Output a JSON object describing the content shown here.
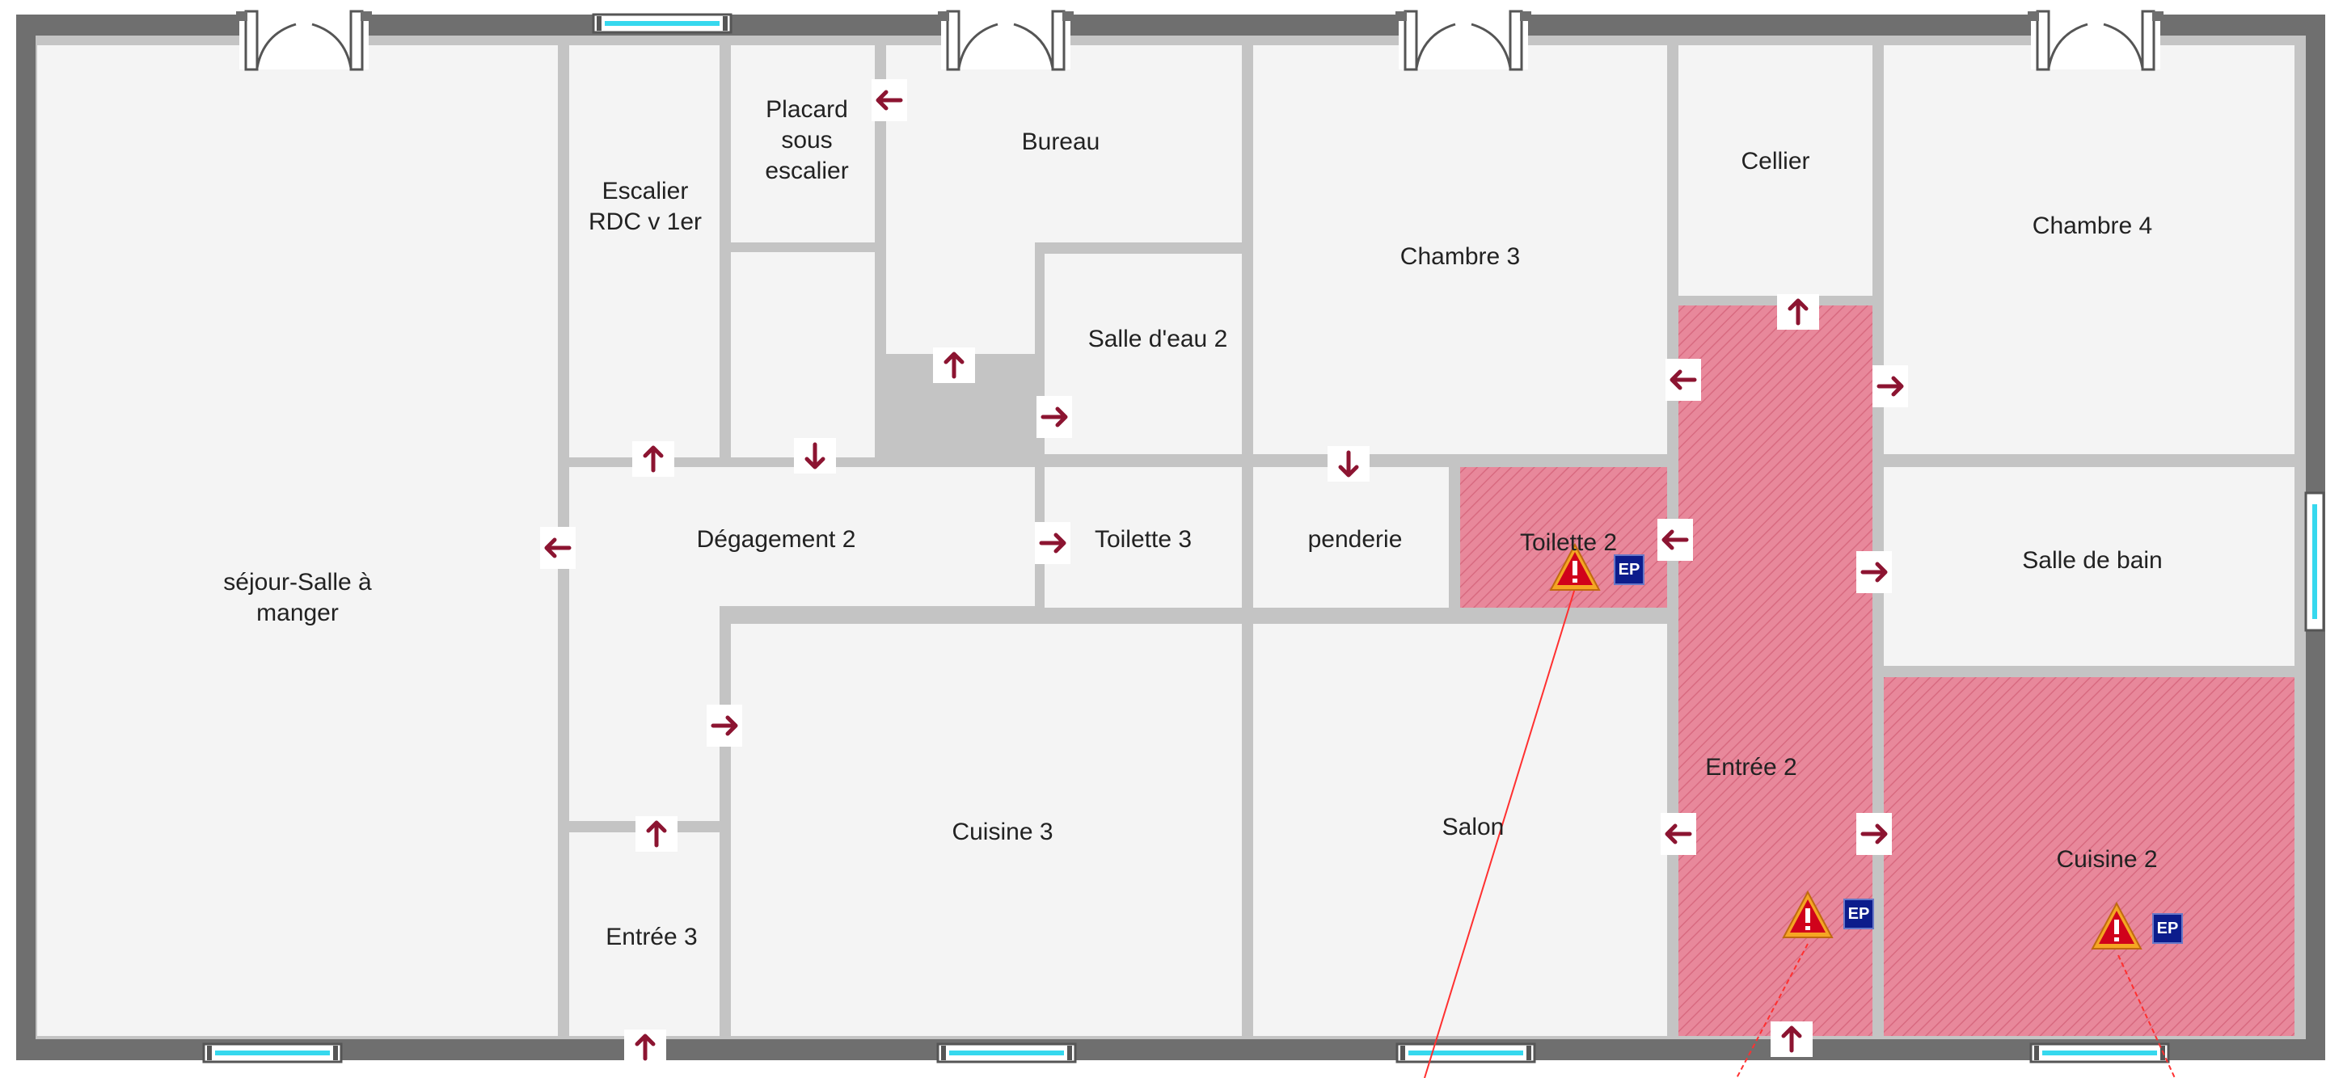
{
  "rooms": {
    "sejour": "séjour-Salle à\nmanger",
    "escalier": "Escalier\nRDC v 1er",
    "placard": "Placard\nsous\nescalier",
    "bureau": "Bureau",
    "chambre3": "Chambre 3",
    "cellier": "Cellier",
    "chambre4": "Chambre 4",
    "salle_eau2": "Salle d'eau 2",
    "degagement2": "Dégagement 2",
    "toilette3": "Toilette 3",
    "penderie": "penderie",
    "toilette2": "Toilette 2",
    "salle_de_bain": "Salle de bain",
    "entree2": "Entrée 2",
    "cuisine3": "Cuisine 3",
    "salon": "Salon",
    "cuisine2": "Cuisine 2",
    "entree3": "Entrée 3"
  },
  "markers": {
    "ep_label": "EP",
    "warning_glyph": "!"
  },
  "colors": {
    "wall": "#6f6f6f",
    "partition": "#c4c4c4",
    "floor": "#f4f4f4",
    "flagged_room": "#e8889b",
    "arrow": "#8c1431",
    "window_glass": "#36d8ee",
    "warning_fill": "#f5a623",
    "warning_mark": "#d0021b",
    "ep_badge": "#0c1c8c",
    "leader_line": "#ff3030"
  },
  "icons": [
    "arrow-icon",
    "warning-icon",
    "ep-badge-icon",
    "door-icon",
    "window-icon"
  ]
}
